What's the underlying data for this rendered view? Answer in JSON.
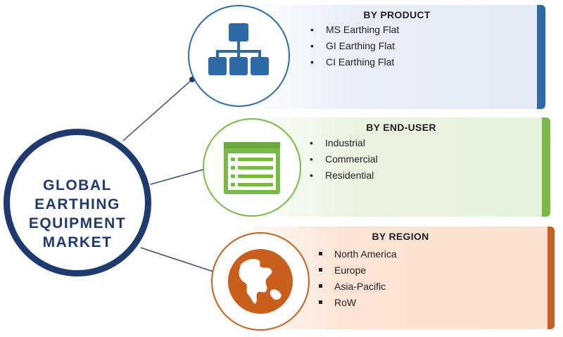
{
  "hub": {
    "lines": [
      "GLOBAL",
      "EARTHING",
      "EQUIPMENT",
      "MARKET"
    ]
  },
  "segments": [
    {
      "title": "BY  PRODUCT",
      "icon": "hierarchy-icon",
      "accent": "#2e6aa8",
      "items": [
        "MS Earthing Flat",
        "GI Earthing Flat",
        "CI Earthing Flat"
      ]
    },
    {
      "title": "BY END-USER",
      "icon": "list-window-icon",
      "accent": "#78b948",
      "items": [
        "Industrial",
        "Commercial",
        "Residential"
      ]
    },
    {
      "title": "BY REGION",
      "icon": "globe-icon",
      "accent": "#c85f1c",
      "items": [
        "North America",
        "Europe",
        "Asia-Pacific",
        "RoW"
      ]
    }
  ],
  "colors": {
    "hub": "#1f3a6e",
    "connector": "#3a4a6b"
  }
}
